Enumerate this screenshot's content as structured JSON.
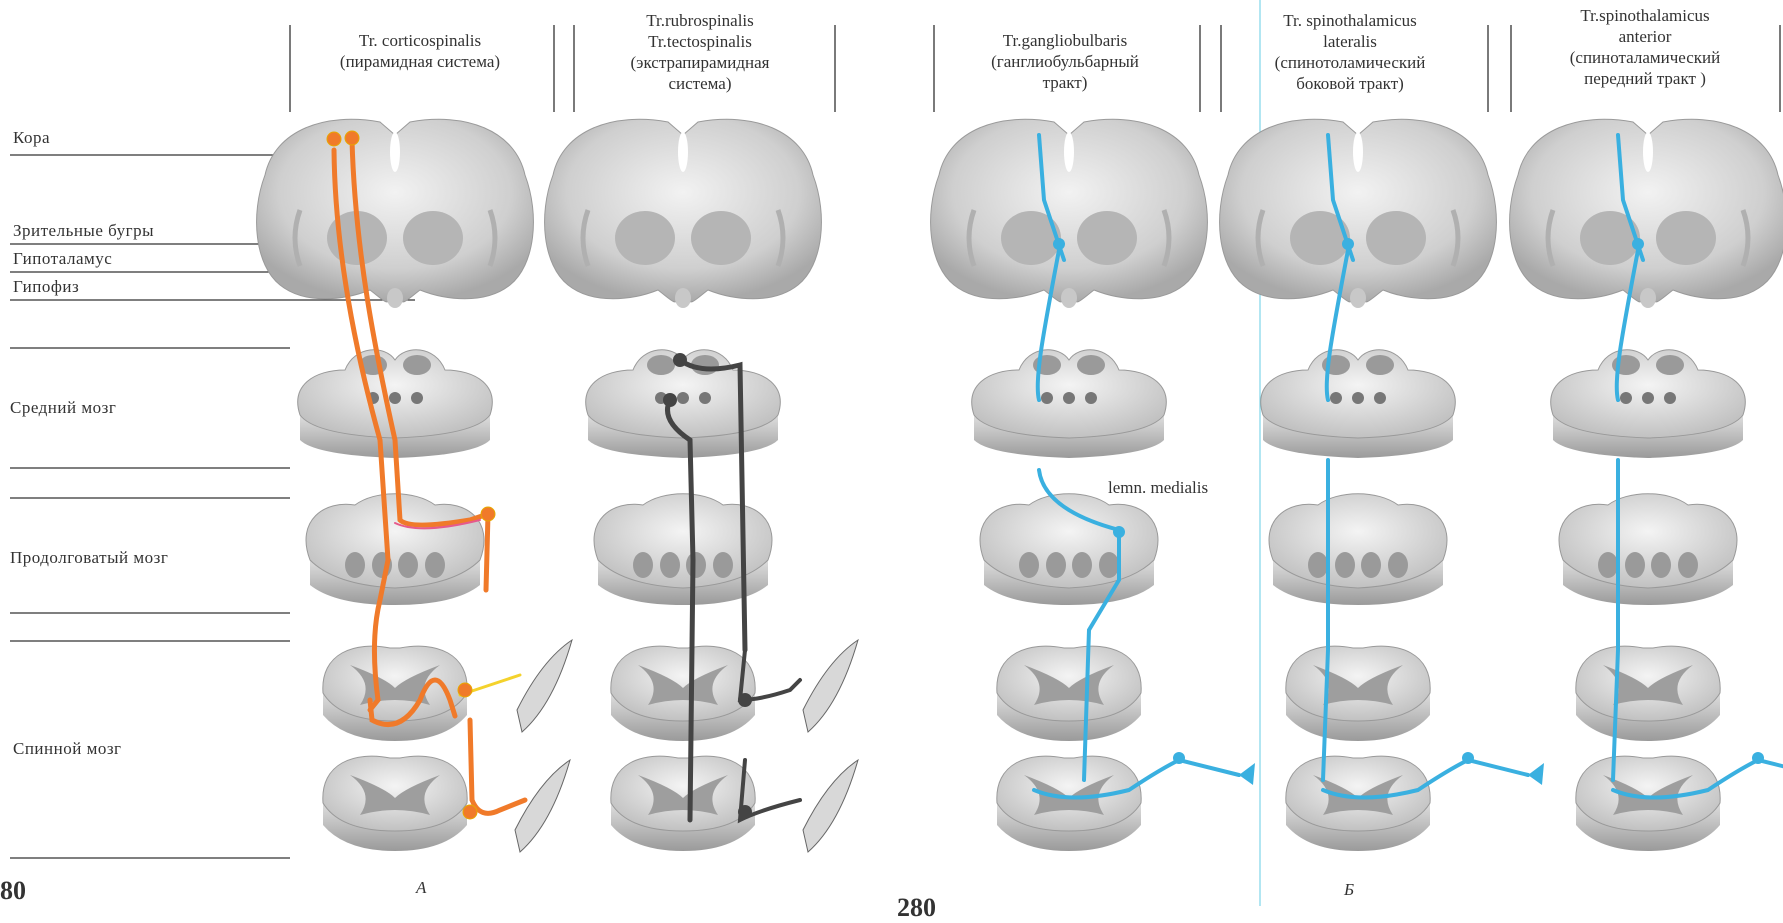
{
  "region_labels": {
    "cortex": "Кора",
    "thalamus": "Зрительные бугры",
    "hypothalamus": "Гипоталамус",
    "pituitary": "Гипофиз",
    "midbrain": "Средний мозг",
    "medulla": "Продолговатый  мозг",
    "spinal_cord": "Спинной мозг"
  },
  "columns": [
    {
      "lines": [
        "Tr. corticospinalis",
        "(пирамидная система)"
      ]
    },
    {
      "lines": [
        "Tr.rubrospinalis",
        "Tr.tectospinalis",
        "(экстрапирамидная",
        "система)"
      ]
    },
    {
      "lines": [
        "Tr.gangliobulbaris",
        "(ганглиобульбарный",
        "тракт)"
      ]
    },
    {
      "lines": [
        "Tr. spinothalamicus",
        "lateralis",
        "(спинотоламический",
        "боковой тракт)"
      ]
    },
    {
      "lines": [
        "Tr.spinothalamicus",
        "anterior",
        "(спиноталамический",
        "передний тракт )"
      ]
    }
  ],
  "annotations": {
    "lemniscus": "lemn. medialis",
    "panel_a": "A",
    "panel_b": "Б",
    "page_left": "80",
    "page_right": "280"
  },
  "colors": {
    "orange_tract": "#f07a2a",
    "yellow_tract": "#f4d22c",
    "pink_tract": "#e65a8c",
    "dark_tract": "#444444",
    "blue_tract": "#3ab0e0",
    "tissue_light": "#dcdcdc",
    "tissue_dark": "#9c9c9c",
    "separator_line": "#7fd6e8"
  }
}
